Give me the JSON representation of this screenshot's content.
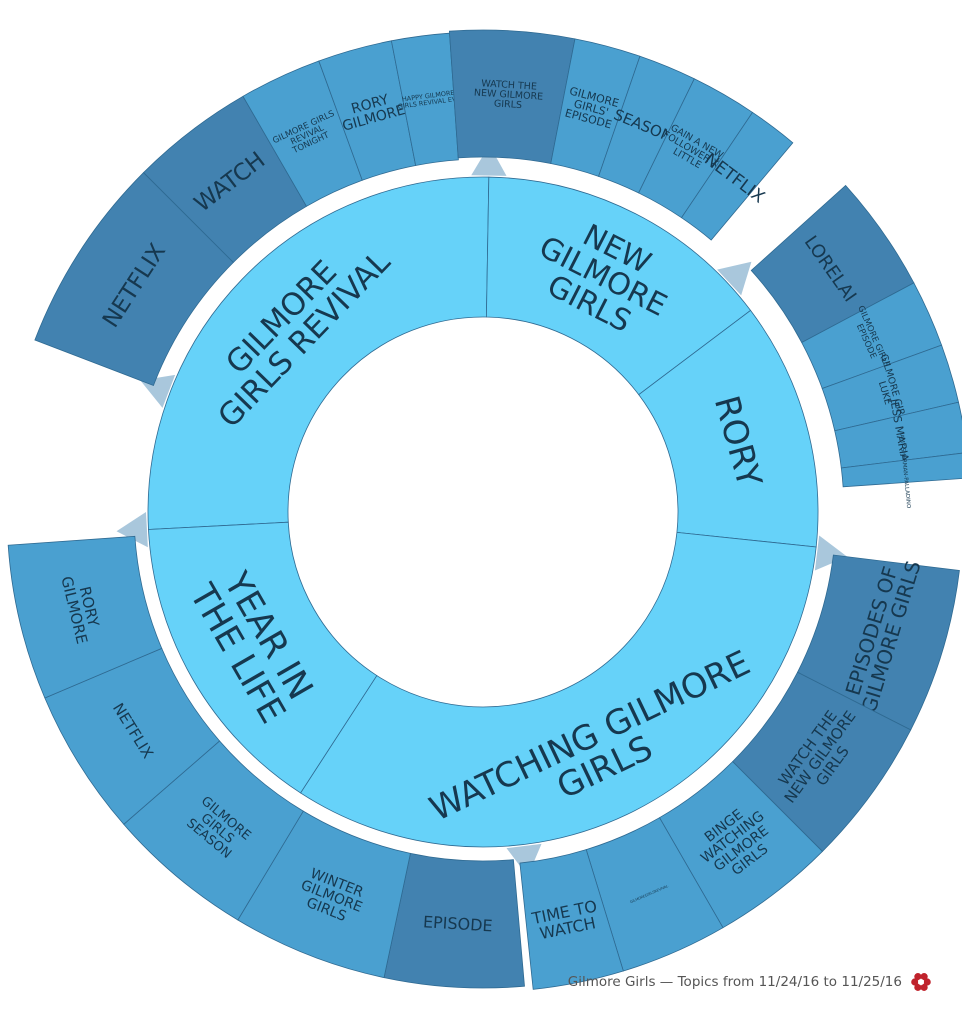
{
  "chart_data": {
    "type": "sunburst",
    "colors": {
      "inner": "#66d2f9",
      "outer_light": "#4aa0d0",
      "outer_dark": "#4282b0",
      "connector": "#a9c7dc",
      "stroke": "#2f6a92",
      "text": "#16384f"
    },
    "categories": [
      {
        "label": "GILMORE GIRLS REVIVAL",
        "lines": [
          "GILMORE",
          "GIRLS REVIVAL"
        ],
        "children": [
          {
            "label": "NETFLIX",
            "lines": [
              "NETFLIX"
            ]
          },
          {
            "label": "WATCH",
            "lines": [
              "WATCH"
            ]
          },
          {
            "label": "GILMORE GIRLS REVIVAL TONIGHT",
            "lines": [
              "GILMORE GIRLS",
              "REVIVAL",
              "TONIGHT"
            ]
          },
          {
            "label": "RORY GILMORE",
            "lines": [
              "RORY",
              "GILMORE"
            ]
          },
          {
            "label": "HAPPY GILMORE GIRLS REVIVAL EVE",
            "lines": [
              "HAPPY GILMORE",
              "GIRLS REVIVAL EVE"
            ]
          }
        ]
      },
      {
        "label": "NEW GILMORE GIRLS",
        "lines": [
          "NEW",
          "GILMORE",
          "GIRLS"
        ],
        "children": [
          {
            "label": "WATCH THE NEW GILMORE GIRLS",
            "lines": [
              "WATCH THE",
              "NEW GILMORE",
              "GIRLS"
            ]
          },
          {
            "label": "GILMORE GIRLS' EPISODE",
            "lines": [
              "GILMORE",
              "GIRLS'",
              "EPISODE"
            ]
          },
          {
            "label": "SEASON",
            "lines": [
              "SEASON"
            ]
          },
          {
            "label": "GAIN A NEW FOLLOWER X, LITTLE",
            "lines": [
              "GAIN A NEW",
              "FOLLOWER X,",
              "LITTLE"
            ]
          },
          {
            "label": "NETFLIX",
            "lines": [
              "NETFLIX"
            ]
          }
        ]
      },
      {
        "label": "RORY",
        "lines": [
          "RORY"
        ],
        "children": [
          {
            "label": "LORELAI",
            "lines": [
              "LORELAI"
            ]
          },
          {
            "label": "GILMORE GIRLS' EPISODE",
            "lines": [
              "GILMORE GIRLS'",
              "EPISODE"
            ]
          },
          {
            "label": "GILMORE GIRLS LUKE",
            "lines": [
              "GILMORE GIRLS",
              "LUKE"
            ]
          },
          {
            "label": "JESS MARIANO",
            "lines": [
              "JESS MARIANO"
            ]
          },
          {
            "label": "AMY SHERMAN-PALLADINO",
            "lines": [
              "AMY SHERMAN-PALLADINO"
            ]
          }
        ]
      },
      {
        "label": "WATCHING GILMORE GIRLS",
        "lines": [
          "WATCHING GILMORE",
          "GIRLS"
        ],
        "children": [
          {
            "label": "EPISODES OF GILMORE GIRLS",
            "lines": [
              "EPISODES OF",
              "GILMORE GIRLS"
            ]
          },
          {
            "label": "WATCH THE NEW GILMORE GIRLS",
            "lines": [
              "WATCH THE",
              "NEW GILMORE",
              "GIRLS"
            ]
          },
          {
            "label": "BINGE WATCHING GILMORE GIRLS",
            "lines": [
              "BINGE",
              "WATCHING",
              "GILMORE",
              "GIRLS"
            ]
          },
          {
            "label": "GILMOREGIRLSREVIVAL",
            "lines": [
              "GILMOREGIRLSREVIVAL"
            ]
          },
          {
            "label": "TIME TO WATCH",
            "lines": [
              "TIME TO",
              "WATCH"
            ]
          }
        ]
      },
      {
        "label": "YEAR IN THE LIFE",
        "lines": [
          "YEAR IN",
          "THE LIFE"
        ],
        "children": [
          {
            "label": "EPISODE",
            "lines": [
              "EPISODE"
            ]
          },
          {
            "label": "WINTER GILMORE GIRLS",
            "lines": [
              "WINTER",
              "GILMORE",
              "GIRLS"
            ]
          },
          {
            "label": "GILMORE GIRLS SEASON",
            "lines": [
              "GILMORE",
              "GIRLS",
              "SEASON"
            ]
          },
          {
            "label": "NETFLIX",
            "lines": [
              "NETFLIX"
            ]
          },
          {
            "label": "RORY GILMORE",
            "lines": [
              "RORY",
              "GILMORE"
            ]
          }
        ]
      }
    ]
  },
  "footer": {
    "caption": "Gilmore Girls — Topics from 11/24/16 to 11/25/16",
    "logo_icon": "flower-logo-icon",
    "logo_color": "#c0232c"
  }
}
